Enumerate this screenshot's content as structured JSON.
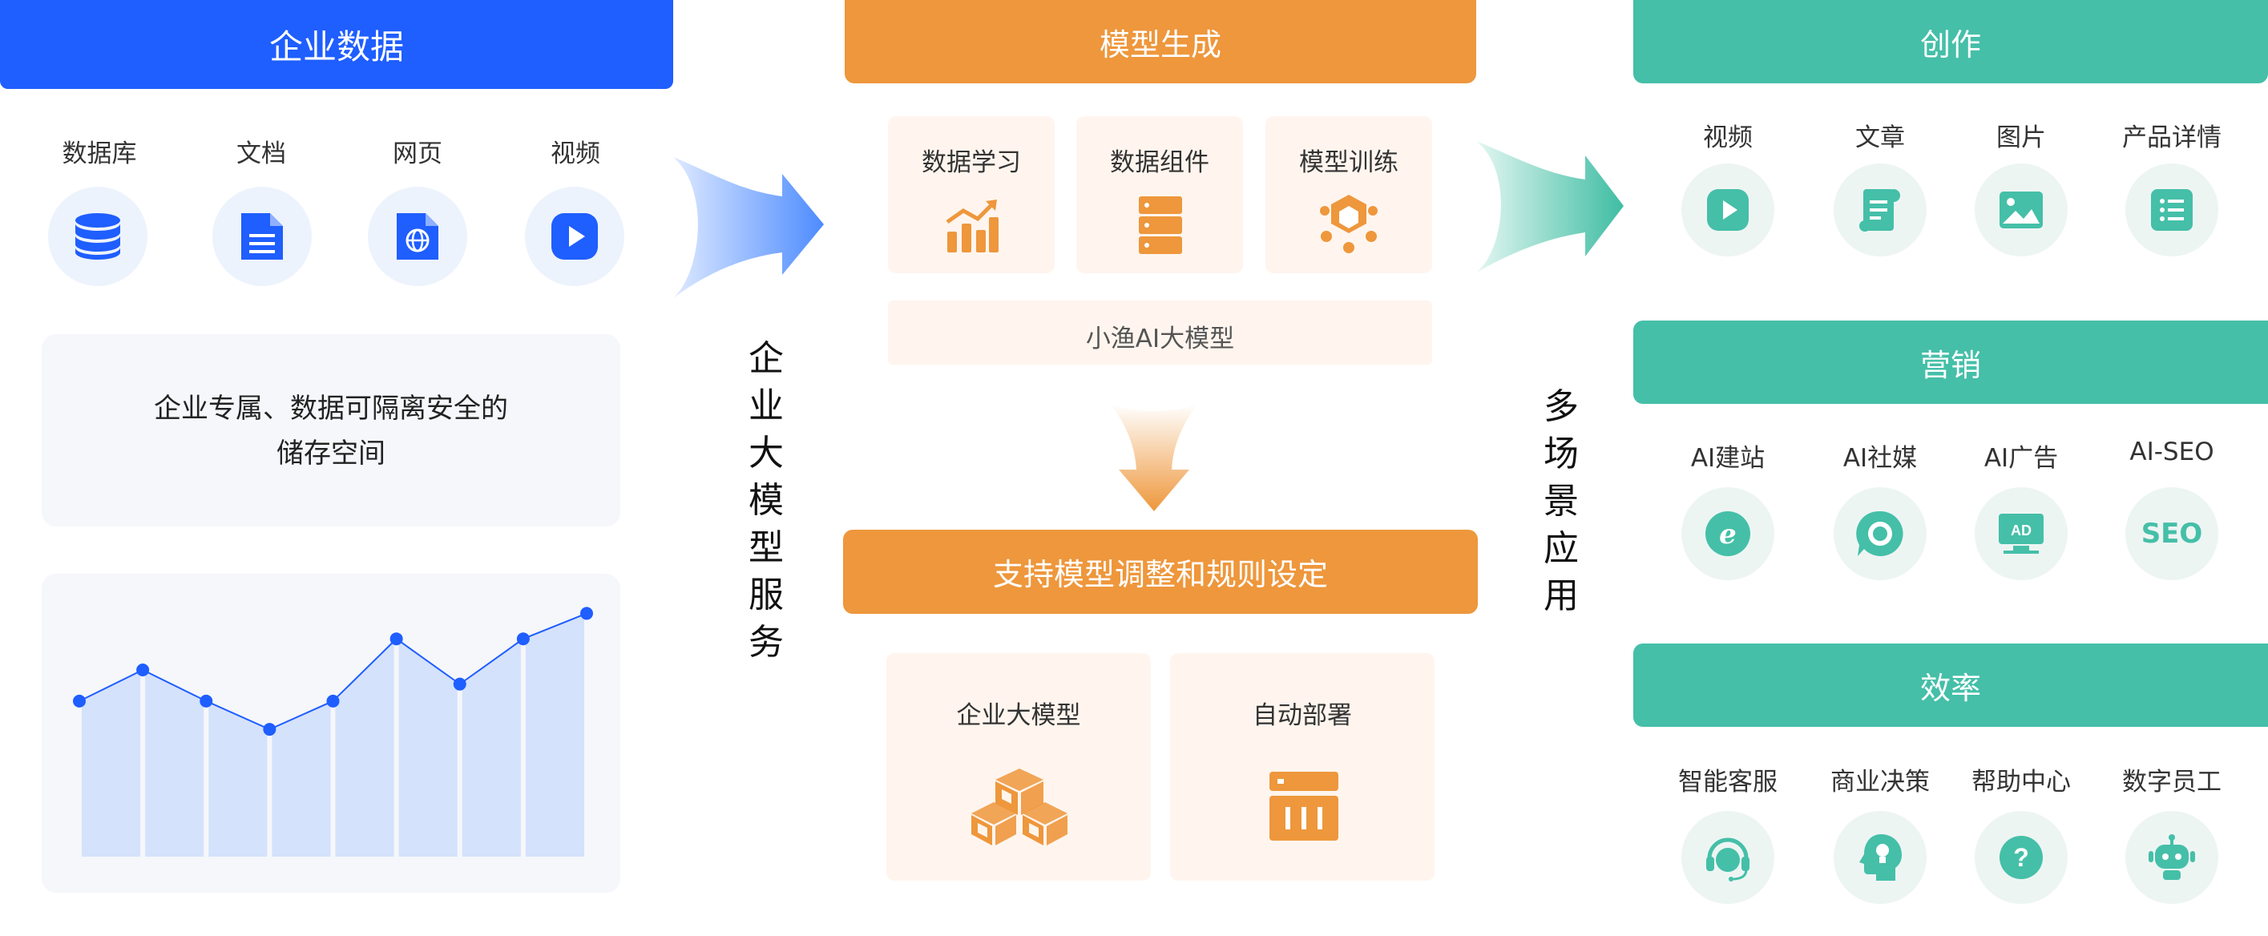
{
  "left": {
    "header": "企业数据",
    "sources": [
      {
        "label": "数据库",
        "icon": "database-icon"
      },
      {
        "label": "文档",
        "icon": "document-icon"
      },
      {
        "label": "网页",
        "icon": "webpage-icon"
      },
      {
        "label": "视频",
        "icon": "video-icon"
      }
    ],
    "storage_line1": "企业专属、数据可隔离安全的",
    "storage_line2": "储存空间"
  },
  "middle": {
    "vertical_label": "企业大模型服务",
    "header": "模型生成",
    "steps": [
      {
        "label": "数据学习",
        "icon": "chart-growth-icon"
      },
      {
        "label": "数据组件",
        "icon": "server-stack-icon"
      },
      {
        "label": "模型训练",
        "icon": "hexagon-network-icon"
      }
    ],
    "model_name": "小渔AI大模型",
    "adjust_banner": "支持模型调整和规则设定",
    "outputs": [
      {
        "label": "企业大模型",
        "icon": "cubes-icon"
      },
      {
        "label": "自动部署",
        "icon": "deploy-panel-icon"
      }
    ]
  },
  "right": {
    "vertical_label": "多场景应用",
    "groups": [
      {
        "title": "创作",
        "items": [
          {
            "label": "视频",
            "icon": "play-icon"
          },
          {
            "label": "文章",
            "icon": "scroll-icon"
          },
          {
            "label": "图片",
            "icon": "image-icon"
          },
          {
            "label": "产品详情",
            "icon": "list-icon"
          }
        ]
      },
      {
        "title": "营销",
        "items": [
          {
            "label": "AI建站",
            "icon": "ie-browser-icon"
          },
          {
            "label": "AI社媒",
            "icon": "chat-ring-icon"
          },
          {
            "label": "AI广告",
            "icon": "ad-icon",
            "glyph": "AD"
          },
          {
            "label": "AI-SEO",
            "icon": "seo-icon",
            "glyph": "SEO"
          }
        ]
      },
      {
        "title": "效率",
        "items": [
          {
            "label": "智能客服",
            "icon": "headset-icon"
          },
          {
            "label": "商业决策",
            "icon": "head-bulb-icon"
          },
          {
            "label": "帮助中心",
            "icon": "question-icon",
            "glyph": "?"
          },
          {
            "label": "数字员工",
            "icon": "robot-icon"
          }
        ]
      }
    ]
  },
  "colors": {
    "blue": "#1f5eff",
    "orange": "#ee973c",
    "teal": "#45bfa8",
    "light_blue": "#edf3fc",
    "light_orange": "#fff5ee"
  },
  "chart_data": {
    "type": "bar",
    "series": [
      {
        "values": [
          5.5,
          6.6,
          5.5,
          4.5,
          5.5,
          7.7,
          6.1,
          7.7,
          8.6
        ]
      }
    ],
    "ylim": [
      0,
      10
    ]
  }
}
